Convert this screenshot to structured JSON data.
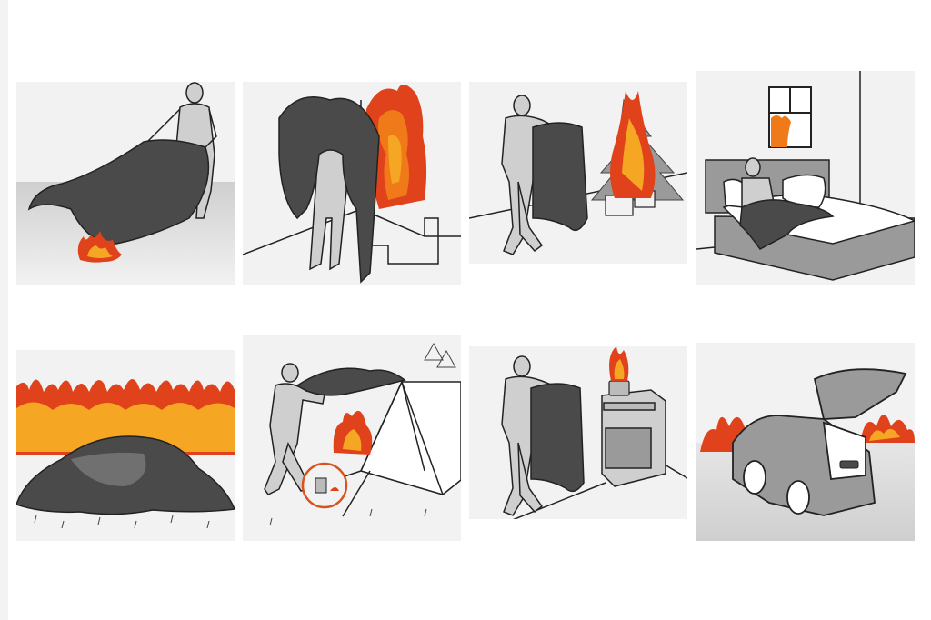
{
  "page": {
    "subject": "Fire blanket usage illustrations",
    "layout": "2 rows x 4 columns grid of illustrated panels"
  },
  "colors": {
    "panel_bg": "#f2f2f2",
    "blanket": "#4a4a4a",
    "figure": "#c8c8c8",
    "flame_outer": "#e0421b",
    "flame_mid": "#f07a1a",
    "flame_inner": "#f5a623",
    "outline": "#222222",
    "accent_circle": "#d9531e"
  },
  "panels": [
    {
      "id": "p1",
      "scene": "Man spreading fire blanket over floor fire",
      "icons": [
        "person",
        "fire-blanket",
        "flame"
      ]
    },
    {
      "id": "p2",
      "scene": "Person wrapped in fire blanket escaping past burning wall on stairs",
      "icons": [
        "person",
        "fire-blanket",
        "flame",
        "stairs"
      ]
    },
    {
      "id": "p3",
      "scene": "Man approaching burning Christmas tree with fire blanket",
      "icons": [
        "person",
        "fire-blanket",
        "christmas-tree",
        "flame",
        "gift-boxes"
      ]
    },
    {
      "id": "p4",
      "scene": "Woman in bed with fire blanket, fire seen through window",
      "icons": [
        "person",
        "bed",
        "window",
        "flame",
        "fire-blanket"
      ]
    },
    {
      "id": "p5",
      "scene": "Person sheltering under fire blanket from wildfire",
      "icons": [
        "fire-blanket",
        "flame",
        "grass"
      ]
    },
    {
      "id": "p6",
      "scene": "Camper throwing fire blanket over burning tent; camping stove highlighted",
      "icons": [
        "person",
        "fire-blanket",
        "tent",
        "flame",
        "stove-highlight",
        "trees"
      ]
    },
    {
      "id": "p7",
      "scene": "Man approaching burning pot on cooker with fire blanket",
      "icons": [
        "person",
        "fire-blanket",
        "cooker",
        "pot",
        "flame"
      ]
    },
    {
      "id": "p8",
      "scene": "Car with open boot containing fire blanket, fire in background",
      "icons": [
        "car",
        "fire-blanket",
        "flame"
      ]
    }
  ]
}
